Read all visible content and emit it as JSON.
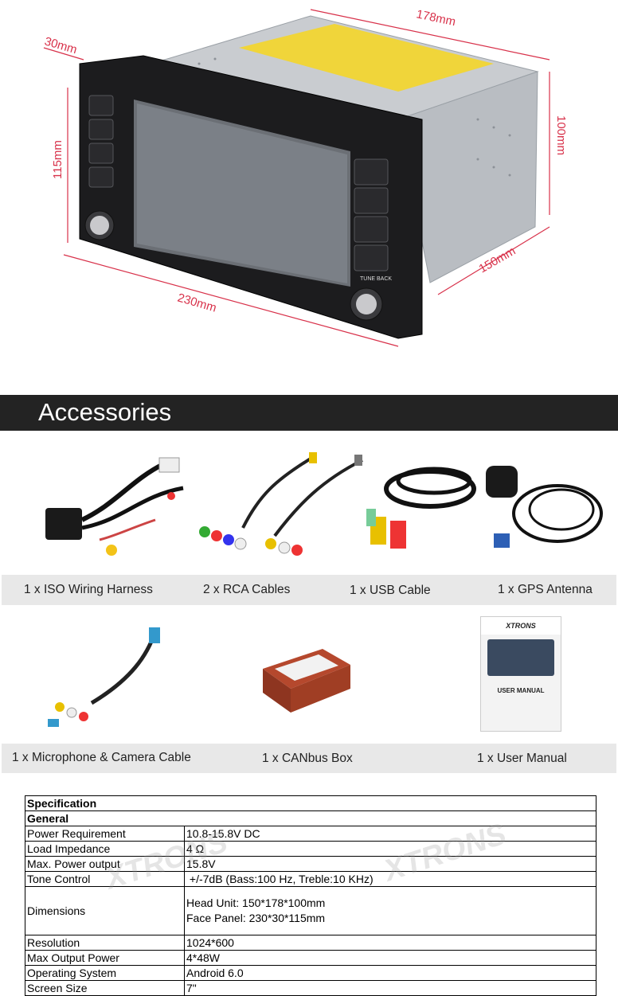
{
  "product_dimensions": {
    "depth": "178mm",
    "face_depth": "30mm",
    "height_front": "115mm",
    "height_chassis": "100mm",
    "width_chassis": "150mm",
    "width_front": "230mm",
    "knob_label": "TUNE BACK"
  },
  "accessories": {
    "title": "Accessories",
    "row1": [
      {
        "label": "1 x ISO Wiring Harness",
        "icon": "iso-harness-icon"
      },
      {
        "label": "2 x RCA Cables",
        "icon": "rca-cables-icon"
      },
      {
        "label": "1 x USB Cable",
        "icon": "usb-cable-icon"
      },
      {
        "label": "1 x GPS Antenna",
        "icon": "gps-antenna-icon"
      }
    ],
    "row2": [
      {
        "label": "1 x Microphone & Camera Cable",
        "icon": "mic-camera-cable-icon"
      },
      {
        "label": "1 x CANbus Box",
        "icon": "canbus-box-icon"
      },
      {
        "label": "1 x User Manual",
        "icon": "user-manual-icon"
      }
    ],
    "manual_brand": "XTRONS",
    "manual_title": "USER MANUAL"
  },
  "watermark": "XTRONS",
  "spec": {
    "title": "Specification",
    "section": "General",
    "rows": [
      {
        "key": "Power Requirement",
        "value": "10.8-15.8V DC"
      },
      {
        "key": "Load Impedance",
        "value": "4 Ω"
      },
      {
        "key": "Max. Power output",
        "value": "15.8V"
      },
      {
        "key": "Tone Control",
        "value": " +/-7dB (Bass:100 Hz, Treble:10 KHz)"
      }
    ],
    "dimensions_key": "Dimensions",
    "dimensions_line1": "Head Unit: 150*178*100mm",
    "dimensions_line2": "Face Panel: 230*30*115mm",
    "rows2": [
      {
        "key": "Resolution",
        "value": "1024*600"
      },
      {
        "key": "Max Output Power",
        "value": "4*48W"
      },
      {
        "key": "Operating System",
        "value": "Android 6.0"
      },
      {
        "key": "Screen Size",
        "value": "7\""
      }
    ]
  }
}
